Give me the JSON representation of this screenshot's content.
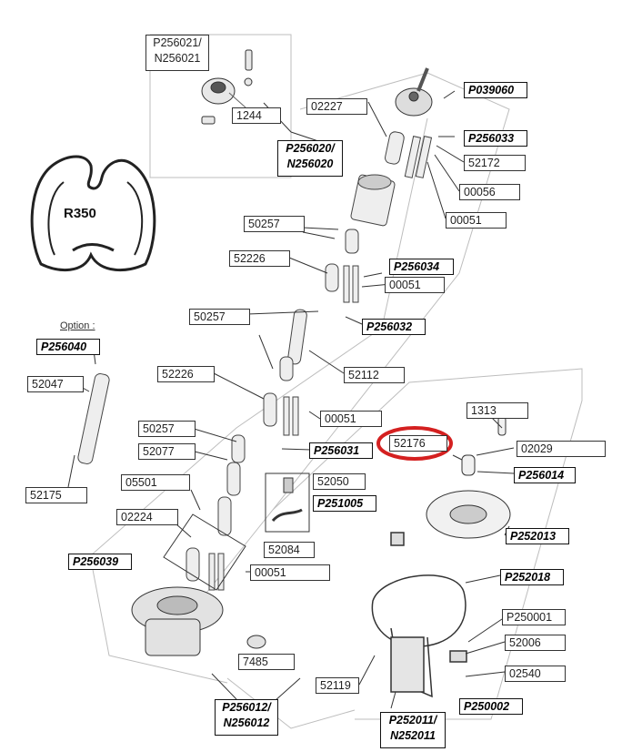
{
  "labels": {
    "p256021_a": "P256021/",
    "p256021_b": "N256021",
    "l1244": "1244",
    "l02227": "02227",
    "p039060": "P039060",
    "p256033": "P256033",
    "l52172": "52172",
    "l00056": "00056",
    "l00051_a": "00051",
    "p256020_a": "P256020/",
    "p256020_b": "N256020",
    "l50257_a": "50257",
    "l52226_a": "52226",
    "p256034": "P256034",
    "l00051_b": "00051",
    "l50257_b": "50257",
    "p256032": "P256032",
    "option": "Option :",
    "p256040": "P256040",
    "l52047": "52047",
    "l52226_b": "52226",
    "l52112": "52112",
    "l00051_c": "00051",
    "l1313": "1313",
    "l52176": "52176",
    "l02029": "02029",
    "l50257_c": "50257",
    "l52077": "52077",
    "p256031": "P256031",
    "p256014": "P256014",
    "l52175": "52175",
    "l05501": "05501",
    "l52050": "52050",
    "p251005": "P251005",
    "l02224": "02224",
    "p252013": "P252013",
    "p256039": "P256039",
    "l52084": "52084",
    "l00051_d": "00051",
    "p252018": "P252018",
    "p250001": "P250001",
    "l52006": "52006",
    "l7485": "7485",
    "l02540": "02540",
    "l52119": "52119",
    "p250002": "P250002",
    "p256012_a": "P256012/",
    "p256012_b": "N256012",
    "p252011_a": "P252011/",
    "p252011_b": "N252011",
    "r350": "R350"
  },
  "highlight": {
    "label": "52176",
    "color": "#d42020"
  }
}
